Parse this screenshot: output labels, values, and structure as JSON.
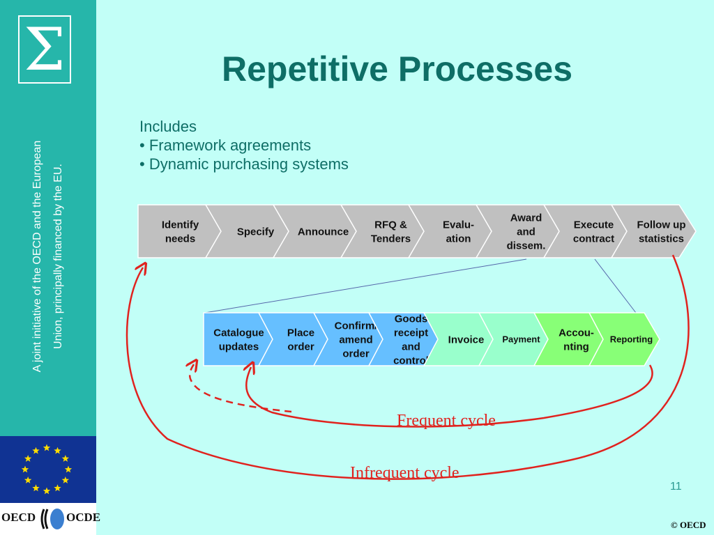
{
  "sidebar": {
    "logo_symbol": "Σ",
    "vertical_text": [
      "A joint  initiative of the OECD and the European",
      "Union, principally financed by the EU."
    ],
    "eu_flag_icon": "eu-flag",
    "oecd_logo": {
      "left": "OECD",
      "right": "OCDE"
    }
  },
  "title": "Repetitive Processes",
  "includes": {
    "heading": "Includes",
    "items": [
      "• Framework agreements",
      "• Dynamic purchasing systems"
    ]
  },
  "process_steps": [
    {
      "lines": [
        "Identify",
        "needs"
      ]
    },
    {
      "lines": [
        "Specify"
      ]
    },
    {
      "lines": [
        "Announce"
      ]
    },
    {
      "lines": [
        "RFQ &",
        "Tenders"
      ]
    },
    {
      "lines": [
        "Evalu-",
        "ation"
      ]
    },
    {
      "lines": [
        "Award",
        "and",
        "dissem."
      ]
    },
    {
      "lines": [
        "Execute",
        "contract"
      ]
    },
    {
      "lines": [
        "Follow up",
        "statistics"
      ]
    }
  ],
  "execution_steps": [
    {
      "lines": [
        "Catalogue",
        "updates"
      ],
      "color": "#66bfff"
    },
    {
      "lines": [
        "Place",
        "order"
      ],
      "color": "#66bfff"
    },
    {
      "lines": [
        "Confirm/",
        "amend",
        "order"
      ],
      "color": "#66bfff"
    },
    {
      "lines": [
        "Goods",
        "receipt",
        "and",
        "control"
      ],
      "color": "#66bfff"
    },
    {
      "lines": [
        "Invoice"
      ],
      "color": "#99ffcc"
    },
    {
      "lines": [
        "Payment"
      ],
      "color": "#99ffcc"
    },
    {
      "lines": [
        "Accou-",
        "nting"
      ],
      "color": "#88ff77"
    },
    {
      "lines": [
        "Reporting"
      ],
      "color": "#88ff77"
    }
  ],
  "cycles": {
    "frequent": "Frequent cycle",
    "infrequent": "Infrequent cycle"
  },
  "slide_number": "11",
  "copyright": "© OECD",
  "colors": {
    "background": "#c2fff7",
    "sidebar": "#26b6aa",
    "title": "#0e6e66",
    "process_gray": "#c0c0c0",
    "cycle_red": "#e0221e"
  }
}
